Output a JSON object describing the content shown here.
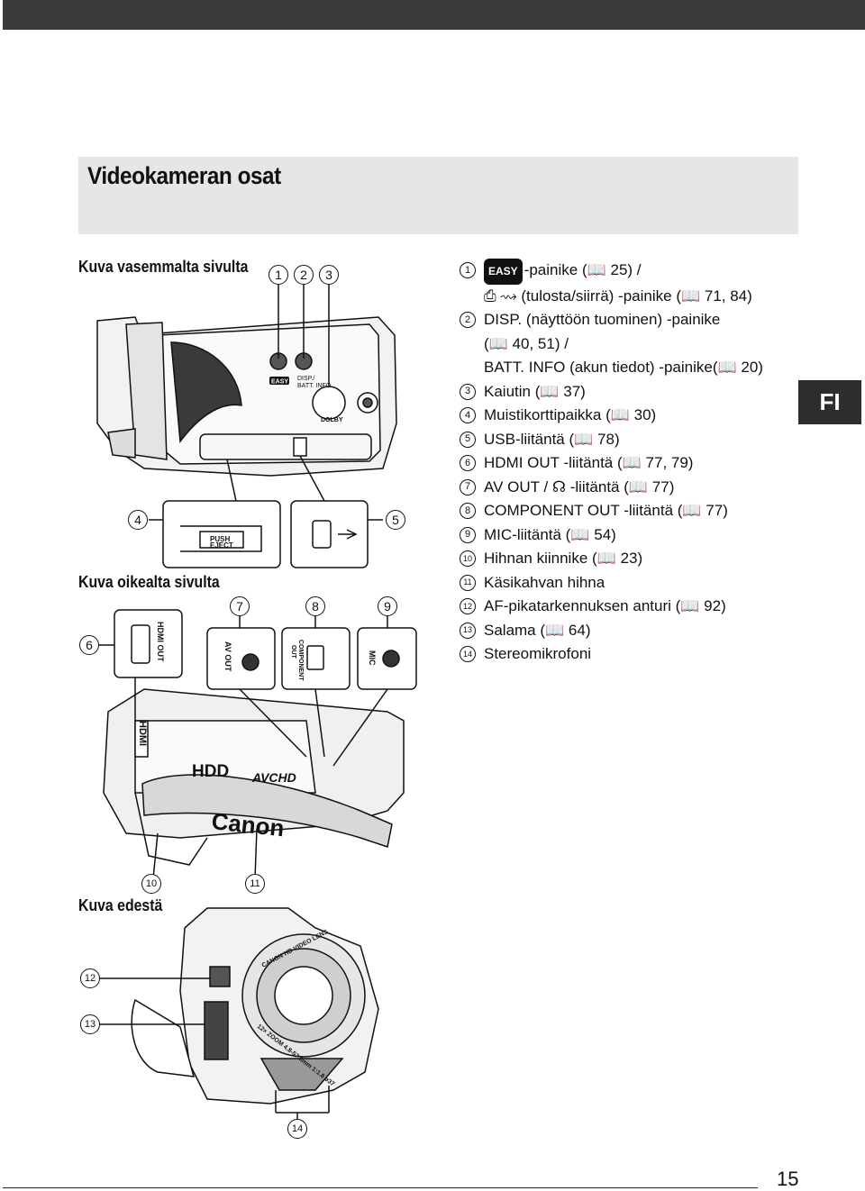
{
  "page": {
    "title": "Videokameran osat",
    "tab": "FI",
    "page_number": "15"
  },
  "sections": {
    "left_view": "Kuva vasemmalta sivulta",
    "right_view": "Kuva oikealta sivulta",
    "front_view": "Kuva edestä"
  },
  "callouts": [
    "1",
    "2",
    "3",
    "4",
    "5",
    "6",
    "7",
    "8",
    "9",
    "10",
    "11",
    "12",
    "13",
    "14"
  ],
  "parts": [
    {
      "num": "1",
      "badge": "EASY",
      "text": "-painike (📖 25) /"
    },
    {
      "num": "",
      "text": "⎙ ⇝ (tulosta/siirrä) -painike (📖 71, 84)"
    },
    {
      "num": "2",
      "text": "DISP. (näyttöön tuominen) -painike"
    },
    {
      "num": "",
      "text": "(📖 40, 51) /"
    },
    {
      "num": "",
      "text": "BATT. INFO (akun tiedot) -painike(📖 20)"
    },
    {
      "num": "3",
      "text": "Kaiutin (📖 37)"
    },
    {
      "num": "4",
      "text": "Muistikorttipaikka (📖 30)"
    },
    {
      "num": "5",
      "text": "USB-liitäntä (📖 78)"
    },
    {
      "num": "6",
      "text": "HDMI OUT -liitäntä (📖 77, 79)"
    },
    {
      "num": "7",
      "text": "AV OUT / ☊ -liitäntä (📖 77)"
    },
    {
      "num": "8",
      "text": "COMPONENT OUT -liitäntä (📖 77)"
    },
    {
      "num": "9",
      "text": "MIC-liitäntä (📖 54)"
    },
    {
      "num": "10",
      "text": "Hihnan kiinnike (📖 23)"
    },
    {
      "num": "11",
      "text": "Käsikahvan hihna"
    },
    {
      "num": "12",
      "text": "AF-pikatarkennuksen anturi (📖 92)"
    },
    {
      "num": "13",
      "text": "Salama (📖 64)"
    },
    {
      "num": "14",
      "text": "Stereomikrofoni"
    }
  ],
  "device_labels": {
    "easy": "EASY",
    "disp": "DISP./",
    "batt_info": "BATT. INFO",
    "dolby": "DOLBY",
    "push_eject": "PUSH",
    "eject": "EJECT",
    "hdmi_out": "HDMI OUT",
    "av_out": "AV OUT",
    "component_out": "COMPONENT",
    "component_out2": "OUT",
    "mic": "MIC",
    "hdmi_logo": "HDMI",
    "hdd": "HDD",
    "avchd": "AVCHD",
    "canon": "Canon",
    "lens_text": "CANON HD VIDEO LENS",
    "zoom_text": "12× ZOOM 4.8-57.6mm 1:1.8 ø37"
  }
}
